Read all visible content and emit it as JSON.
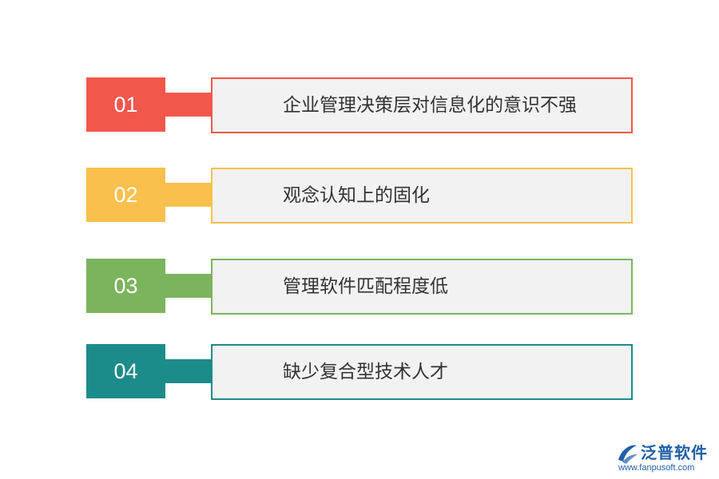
{
  "items": [
    {
      "number": "01",
      "text": "企业管理决策层对信息化的意识不强",
      "color": "#f2574b"
    },
    {
      "number": "02",
      "text": "观念认知上的固化",
      "color": "#f9c04d"
    },
    {
      "number": "03",
      "text": "管理软件匹配程度低",
      "color": "#7bb45d"
    },
    {
      "number": "04",
      "text": "缺少复合型技术人才",
      "color": "#1c8c8b"
    }
  ],
  "logo": {
    "name": "泛普软件",
    "url": "www.fanpusoft.com",
    "color": "#1f5fa8",
    "icon": "fanpu-logo-icon"
  }
}
